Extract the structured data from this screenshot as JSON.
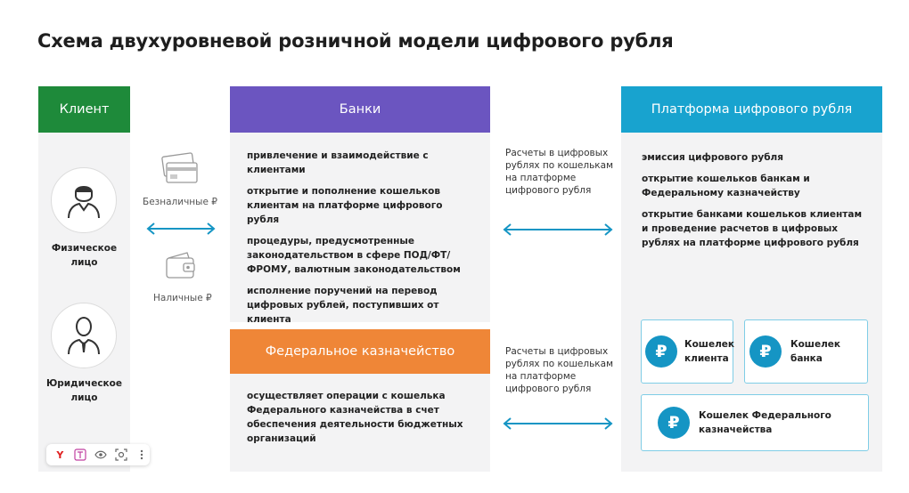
{
  "title": "Схема двухуровневой розничной модели цифрового рубля",
  "client": {
    "header": "Клиент",
    "individual_label": "Физическое\nлицо",
    "legal_label": "Юридическое\nлицо",
    "cashless_label": "Безналичные ₽",
    "cash_label": "Наличные ₽"
  },
  "banks": {
    "header": "Банки",
    "items": [
      "привлечение и взаимодействие с клиентами",
      "открытие и пополнение кошельков клиентам на платформе цифрового рубля",
      "процедуры, предусмотренные законодательством в сфере ПОД/ФТ/ФРОМУ, валютным законодательством",
      "исполнение поручений на перевод цифровых рублей, поступивших от клиента"
    ]
  },
  "treasury": {
    "header": "Федеральное казначейство",
    "text": "осуществляет операции с кошелька Федерального казначейства в счет обеспечения деятельности бюджетных организаций"
  },
  "settlements": {
    "top": "Расчеты в цифровых рублях по кошелькам на платформе цифрового рубля",
    "bottom": "Расчеты в цифровых рублях по кошелькам на платформе цифрового рубля"
  },
  "platform": {
    "header": "Платформа цифрового рубля",
    "items": [
      "эмиссия цифрового рубля",
      "открытие кошельков банкам и Федеральному казначейству",
      "открытие банками кошельков клиентам и проведение расчетов в цифровых рублях на платформе цифрового рубля"
    ],
    "wallets": {
      "client": "Кошелек\nклиента",
      "bank": "Кошелек\nбанка",
      "treasury": "Кошелек Федерального\nказначейства"
    },
    "ruble_symbol": "₽"
  },
  "colors": {
    "client": "#1e8a3a",
    "banks": "#6b55c0",
    "treasury": "#ef8637",
    "platform": "#18a3cf",
    "arrow": "#1595c4"
  }
}
